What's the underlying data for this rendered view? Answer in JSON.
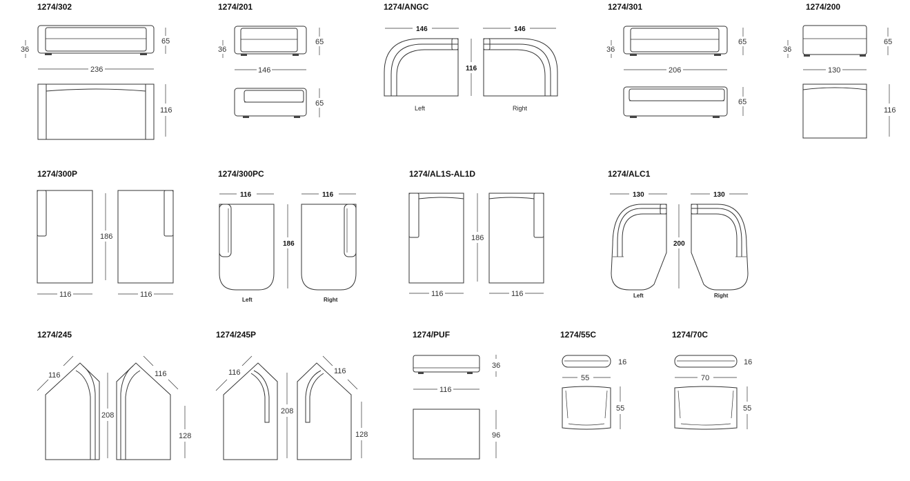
{
  "codes": {
    "m302": "1274/302",
    "m201": "1274/201",
    "angc": "1274/ANGC",
    "m301": "1274/301",
    "m200": "1274/200",
    "m300p": "1274/300P",
    "m300pc": "1274/300PC",
    "al1s": "1274/AL1S-AL1D",
    "alc1": "1274/ALC1",
    "m245": "1274/245",
    "m245p": "1274/245P",
    "puf": "1274/PUF",
    "c55": "1274/55C",
    "c70": "1274/70C"
  },
  "dims": {
    "m302": {
      "height_seat": "36",
      "height": "65",
      "width": "236",
      "depth": "116"
    },
    "m201": {
      "height_seat": "36",
      "height": "65",
      "width": "146",
      "height_back": "65"
    },
    "angc": {
      "width_left": "146",
      "width_right": "146",
      "depth": "116"
    },
    "m301": {
      "height_seat": "36",
      "height": "65",
      "width": "206",
      "height_back": "65"
    },
    "m200": {
      "height_seat": "36",
      "height": "65",
      "width": "130",
      "depth": "116"
    },
    "m300p": {
      "length": "186",
      "width_left": "116",
      "width_right": "116"
    },
    "m300pc": {
      "width_left": "116",
      "width_right": "116",
      "length": "186"
    },
    "al1s": {
      "length": "186",
      "width_left": "116",
      "width_right": "116"
    },
    "alc1": {
      "width_left": "130",
      "width_right": "130",
      "length": "200"
    },
    "m245": {
      "side_left": "116",
      "side_right": "116",
      "length": "208",
      "depth": "128"
    },
    "m245p": {
      "side_left": "116",
      "side_right": "116",
      "length": "208",
      "depth": "128"
    },
    "puf": {
      "height": "36",
      "width": "116",
      "depth": "96"
    },
    "c55": {
      "thickness": "16",
      "width": "55",
      "height": "55"
    },
    "c70": {
      "thickness": "16",
      "width": "70",
      "height": "55"
    }
  },
  "captions": {
    "left": "Left",
    "right": "Right"
  }
}
